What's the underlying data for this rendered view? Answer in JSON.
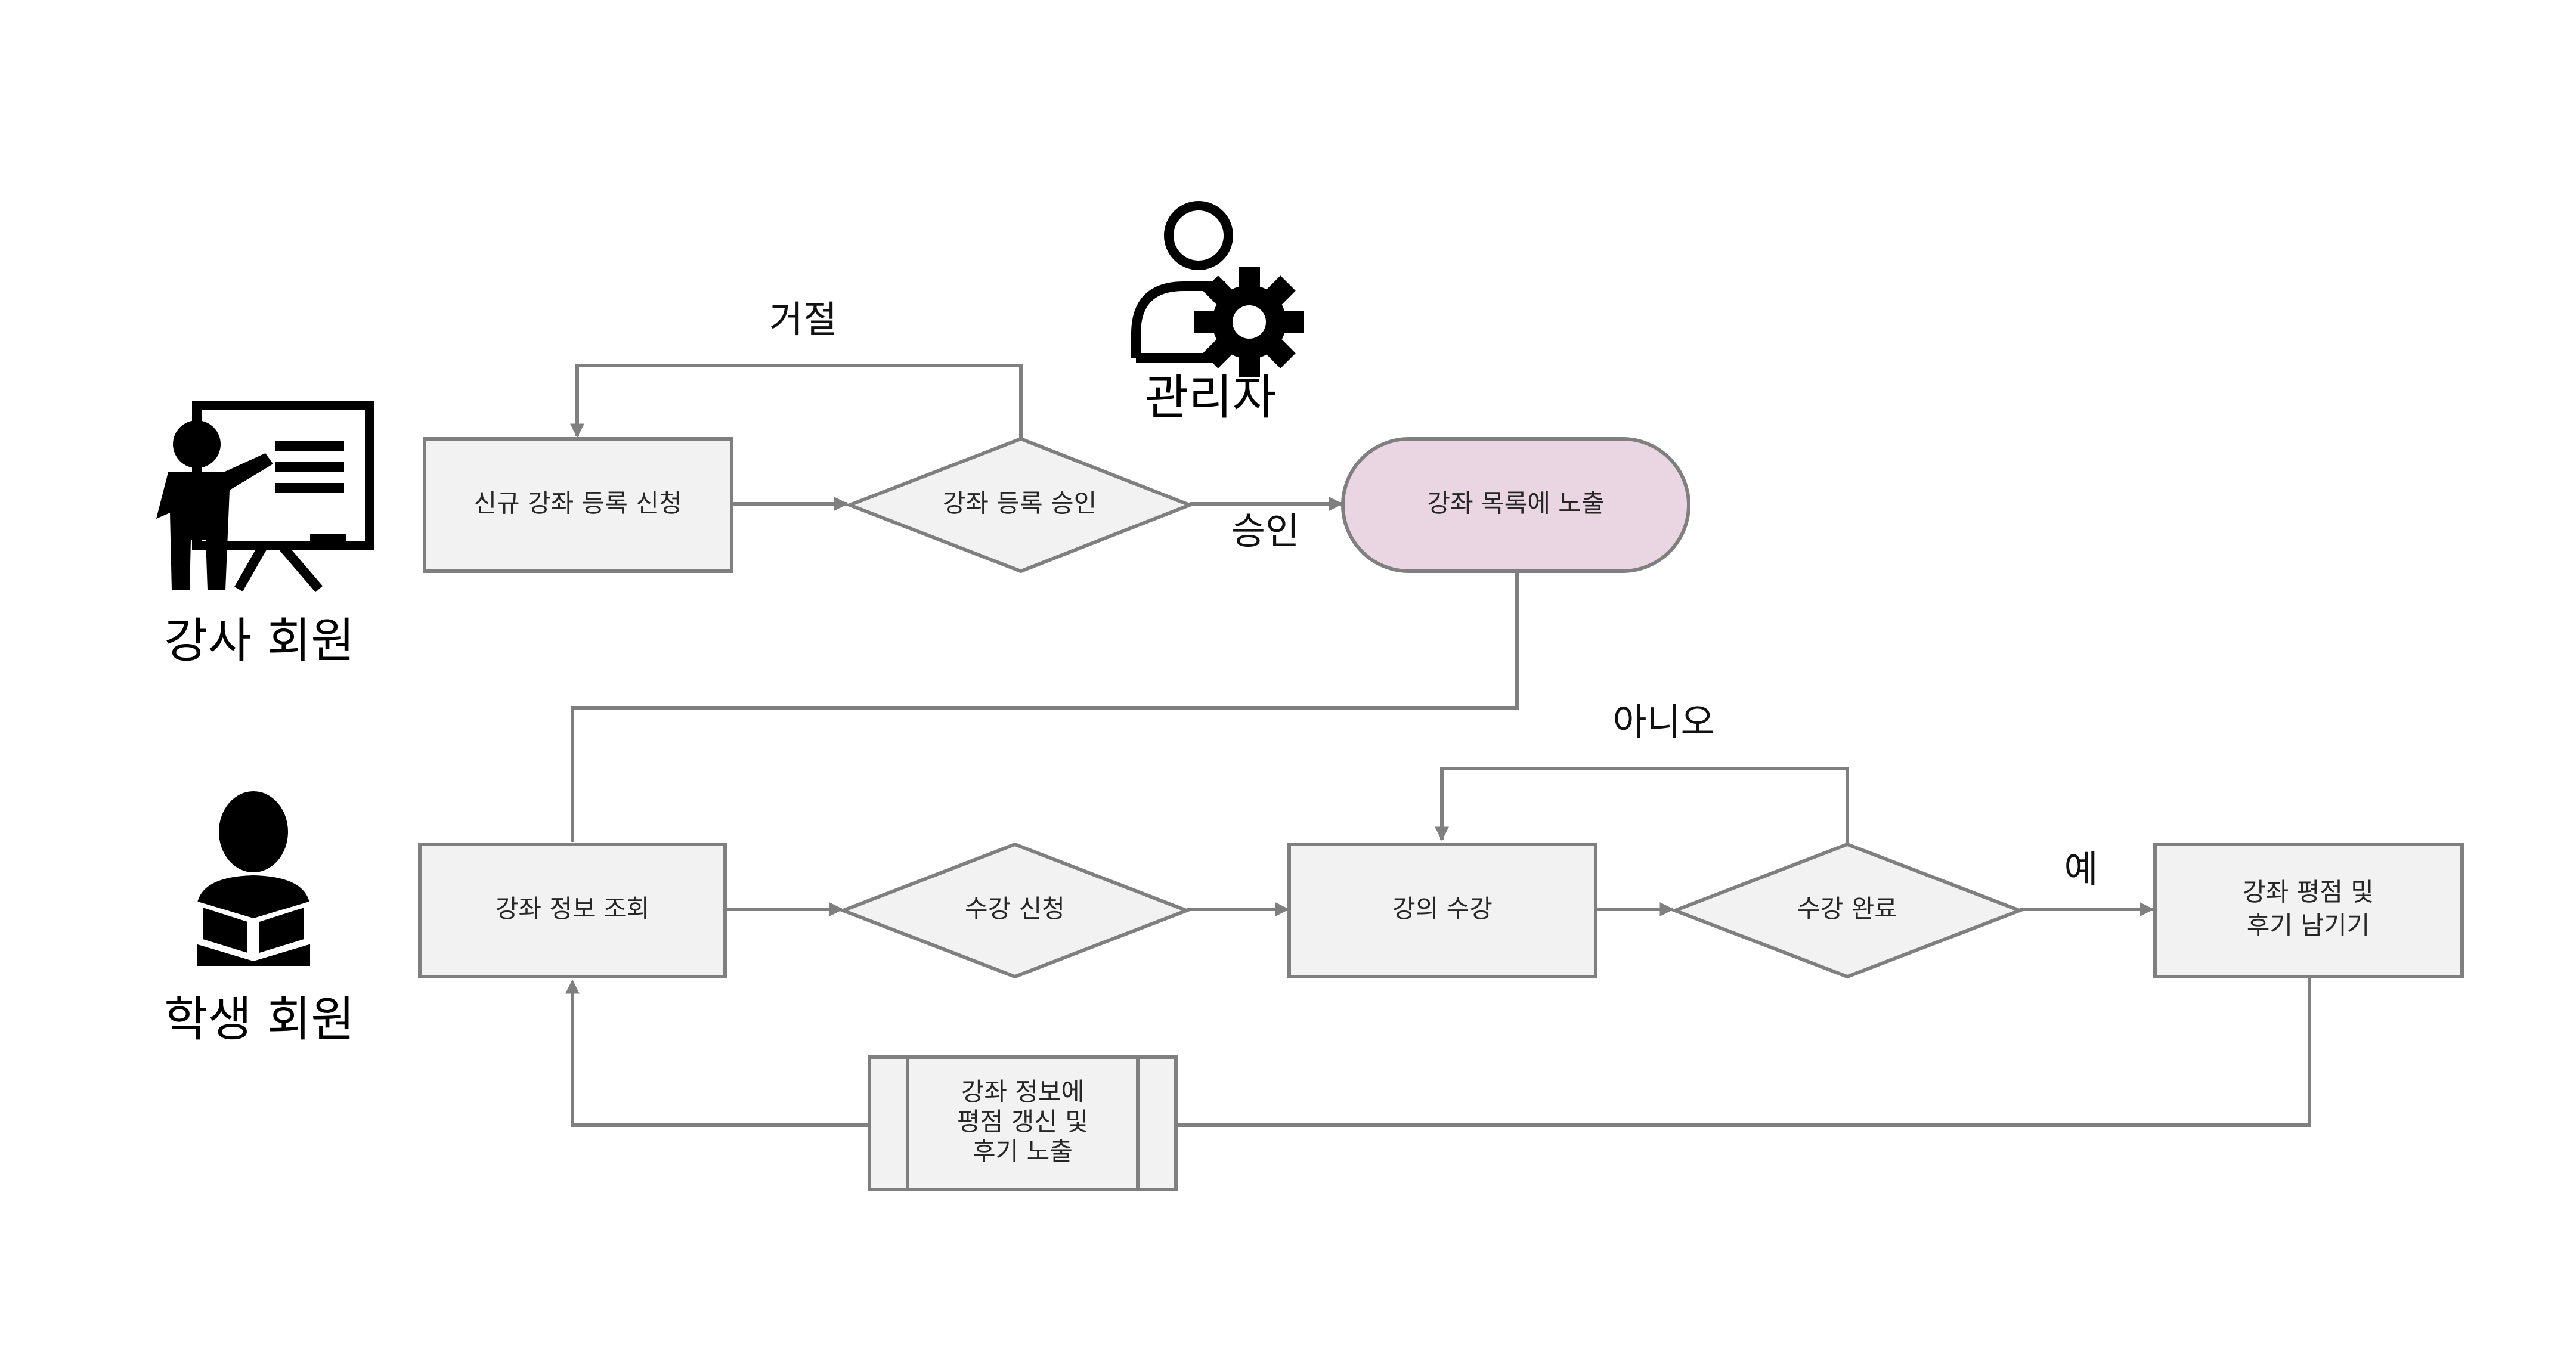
{
  "roles": {
    "instructor": "강사 회원",
    "admin": "관리자",
    "student": "학생 회원"
  },
  "nodes": {
    "new_course": "신규 강좌 등록 신청",
    "approve_decision": "강좌 등록 승인",
    "catalog": "강좌 목록에 노출",
    "view_info": "강좌 정보 조회",
    "enroll": "수강 신청",
    "take_course": "강의 수강",
    "complete_decision": "수강 완료",
    "review": [
      "강좌 평점 및",
      "후기 남기기"
    ],
    "update_info": [
      "강좌 정보에",
      "평점 갱신 및",
      "후기 노출"
    ]
  },
  "edges": {
    "reject": "거절",
    "approve": "승인",
    "no": "아니오",
    "yes": "예"
  },
  "colors": {
    "box_fill": "#f2f2f2",
    "terminal_fill": "#ead5e2",
    "stroke": "#7f7f7f"
  },
  "icons": {
    "instructor": "teacher-board-icon",
    "admin": "user-gear-icon",
    "student": "student-reading-icon"
  }
}
